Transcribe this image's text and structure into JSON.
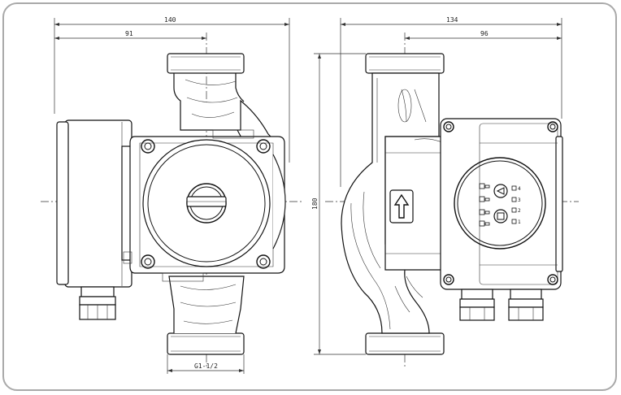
{
  "dimensions": {
    "front_width": "140",
    "front_inner": "91",
    "side_width": "134",
    "side_inner": "96",
    "height": "180",
    "thread": "G1-1/2"
  },
  "panel": {
    "led_labels": [
      "1",
      "2",
      "3",
      "4"
    ]
  },
  "colors": {
    "line": "#111111",
    "frame": "#a9a9a9"
  }
}
